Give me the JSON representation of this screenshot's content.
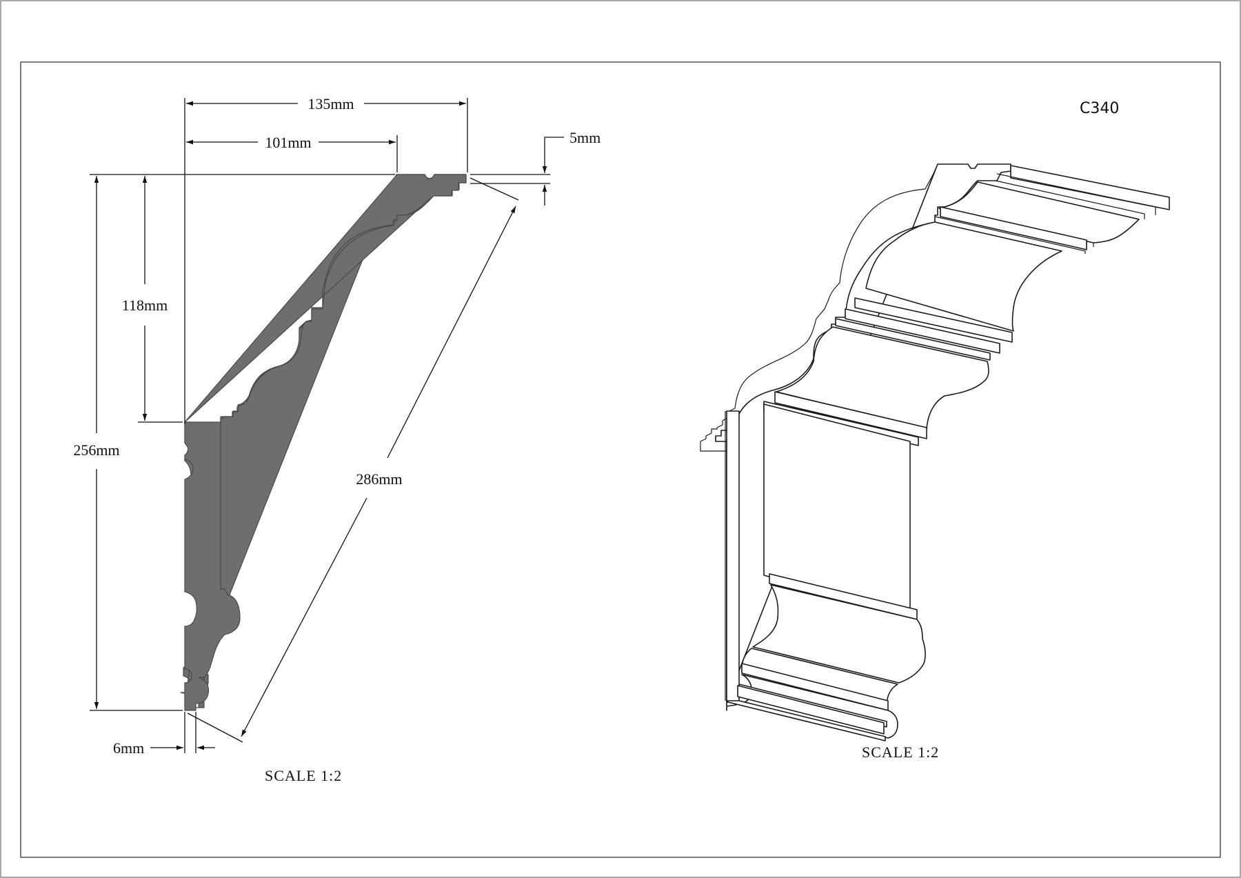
{
  "drawing": {
    "code": "C340",
    "dimensions": {
      "projection": "135mm",
      "top_depth": "101mm",
      "top_return": "5mm",
      "upper_height": "118mm",
      "height": "256mm",
      "face": "286mm",
      "bottom_return": "6mm"
    },
    "profile_scale": "SCALE  1:2",
    "perspective_scale": "SCALE  1:2"
  }
}
